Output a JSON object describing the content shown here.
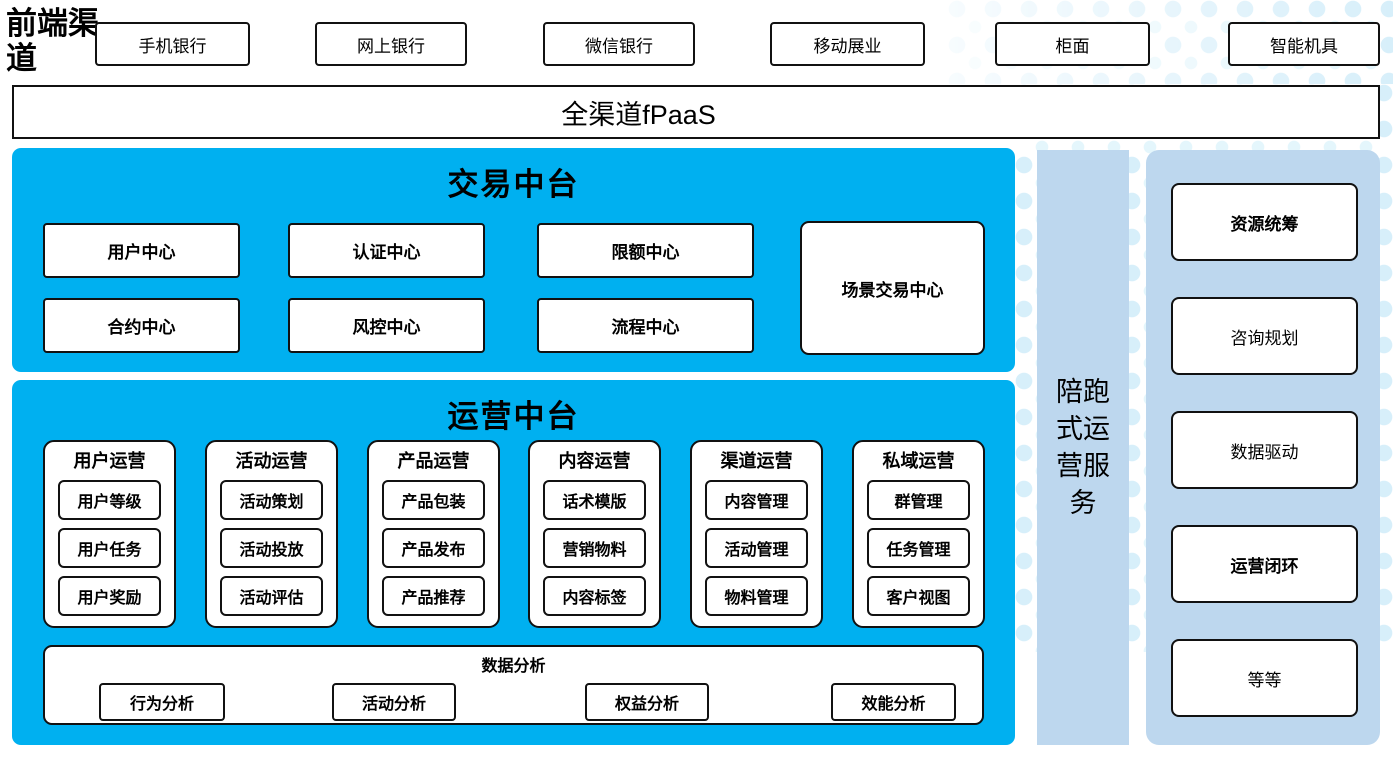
{
  "front_channels": {
    "label": "前端渠道",
    "items": [
      "手机银行",
      "网上银行",
      "微信银行",
      "移动展业",
      "柜面",
      "智能机具"
    ]
  },
  "fpaas": {
    "label": "全渠道fPaaS"
  },
  "trade_platform": {
    "title": "交易中台",
    "row1": [
      "用户中心",
      "认证中心",
      "限额中心"
    ],
    "row2": [
      "合约中心",
      "风控中心",
      "流程中心"
    ],
    "scene_center": "场景交易中心"
  },
  "operation_platform": {
    "title": "运营中台",
    "columns": [
      {
        "title": "用户运营",
        "items": [
          "用户等级",
          "用户任务",
          "用户奖励"
        ]
      },
      {
        "title": "活动运营",
        "items": [
          "活动策划",
          "活动投放",
          "活动评估"
        ]
      },
      {
        "title": "产品运营",
        "items": [
          "产品包装",
          "产品发布",
          "产品推荐"
        ]
      },
      {
        "title": "内容运营",
        "items": [
          "话术模版",
          "营销物料",
          "内容标签"
        ]
      },
      {
        "title": "渠道运营",
        "items": [
          "内容管理",
          "活动管理",
          "物料管理"
        ]
      },
      {
        "title": "私域运营",
        "items": [
          "群管理",
          "任务管理",
          "客户视图"
        ]
      }
    ],
    "data_analysis": {
      "title": "数据分析",
      "items": [
        "行为分析",
        "活动分析",
        "权益分析",
        "效能分析"
      ]
    }
  },
  "side_service": {
    "label": "陪跑式运营服务"
  },
  "right_panel": {
    "items": [
      "资源统筹",
      "咨询规划",
      "数据驱动",
      "运营闭环",
      "等等"
    ]
  },
  "colors": {
    "primary_blue": "#00b0f0",
    "light_blue": "#bdd7ee",
    "dot_color": "#d7effa",
    "border": "#111111"
  }
}
